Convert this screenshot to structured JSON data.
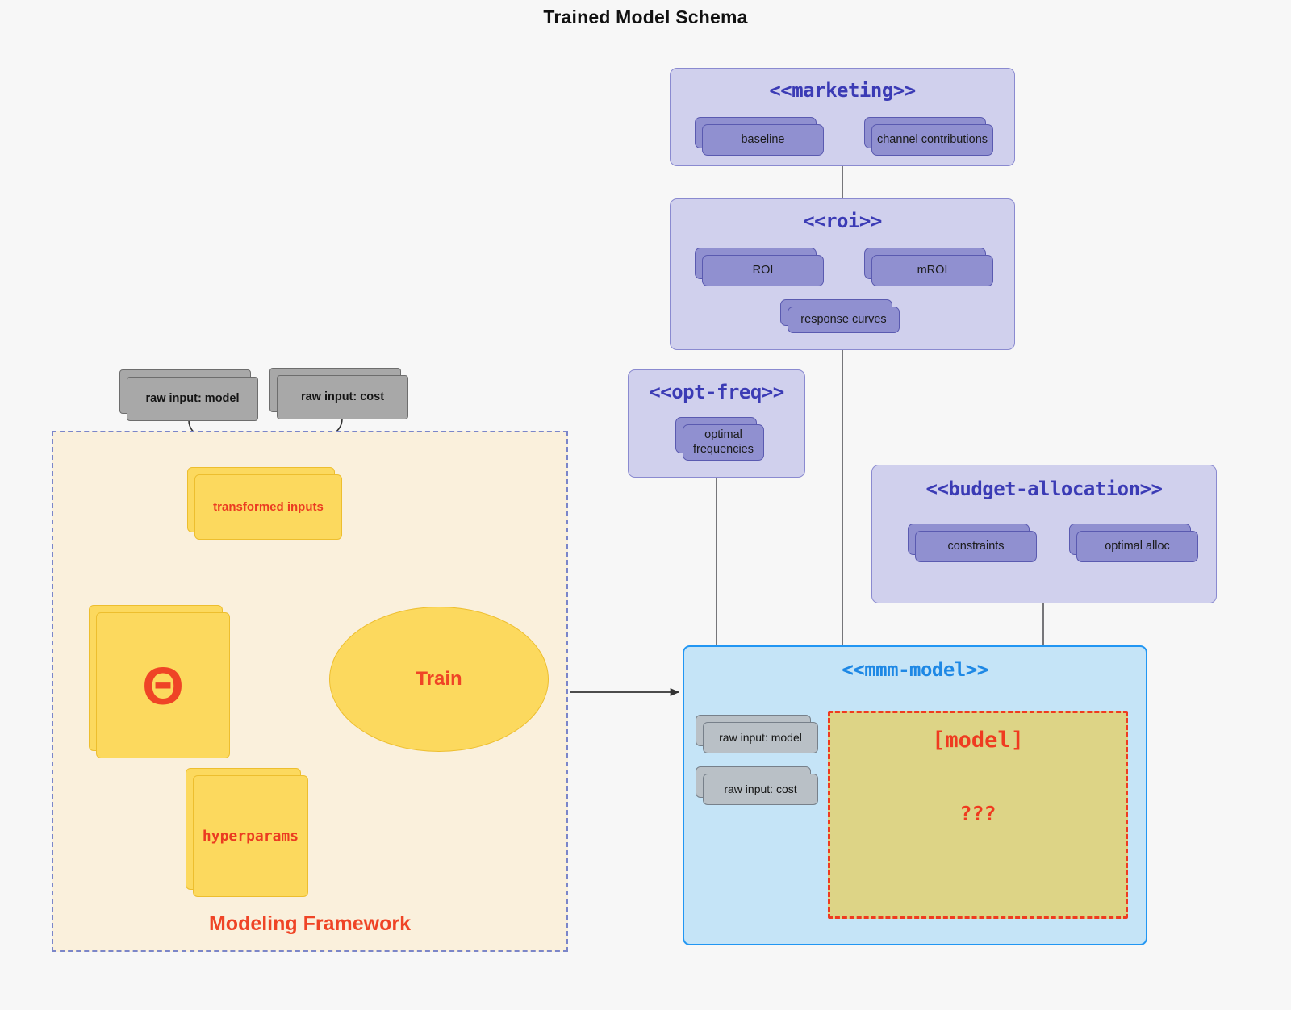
{
  "title": "Trained Model Schema",
  "colors": {
    "background": "#f7f7f7",
    "cluster_purple_fill": "#d0d0ed",
    "cluster_purple_border": "#8a8ad0",
    "cluster_blue_fill": "#c5e4f7",
    "cluster_blue_border": "#2196f3",
    "node_purple_fill": "#9090d0",
    "node_grey_fill": "#a8a8a8",
    "node_yellow_fill": "#fcd95e",
    "framework_fill": "#faf0dc",
    "framework_border": "#7b86c9",
    "accent_red": "#ef4426",
    "model_box_fill": "#ddd486"
  },
  "clusters": {
    "marketing": {
      "title": "<<marketing>>",
      "nodes": [
        {
          "label": "baseline"
        },
        {
          "label": "channel contributions"
        }
      ]
    },
    "roi": {
      "title": "<<roi>>",
      "nodes": [
        {
          "label": "ROI"
        },
        {
          "label": "mROI"
        },
        {
          "label": "response curves"
        }
      ]
    },
    "opt_freq": {
      "title": "<<opt-freq>>",
      "nodes": [
        {
          "label": "optimal\nfrequencies"
        }
      ]
    },
    "budget_allocation": {
      "title": "<<budget-allocation>>",
      "nodes": [
        {
          "label": "constraints"
        },
        {
          "label": "optimal alloc"
        }
      ]
    },
    "mmm_model": {
      "title": "<<mmm-model>>",
      "nodes": [
        {
          "label": "raw input: model"
        },
        {
          "label": "raw input: cost"
        }
      ],
      "model_box": {
        "label": "[model]",
        "placeholder": "???"
      }
    }
  },
  "framework": {
    "label": "Modeling Framework",
    "raw_inputs": [
      {
        "label": "raw input: model"
      },
      {
        "label": "raw input: cost"
      }
    ],
    "transformed_inputs": {
      "label": "transformed inputs"
    },
    "theta": {
      "label": "Θ"
    },
    "hyperparams": {
      "label": "hyperparams"
    },
    "train": {
      "label": "Train"
    }
  }
}
